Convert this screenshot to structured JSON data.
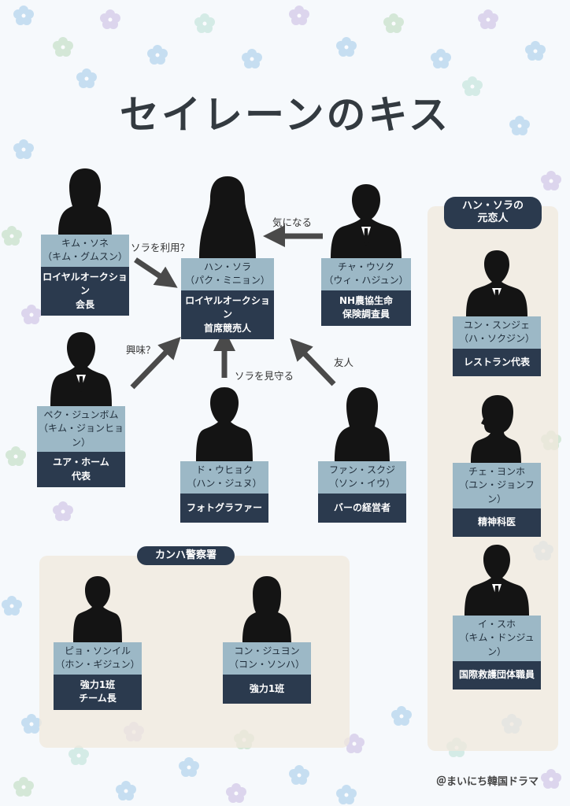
{
  "title": "セイレーンのキス",
  "groups": {
    "exes": "ハン・ソラの\n元恋人",
    "police": "カンハ警察署"
  },
  "characters": {
    "kim_sone": {
      "name": "キム・ソネ",
      "actor": "（キム・グムスン）",
      "role": "ロイヤルオークション\n会長"
    },
    "han_sora": {
      "name": "ハン・ソラ",
      "actor": "（パク・ミニョン）",
      "role": "ロイヤルオークション\n首席競売人"
    },
    "cha_usok": {
      "name": "チャ・ウソク",
      "actor": "（ウィ・ハジュン）",
      "role": "NH農協生命\n保険調査員"
    },
    "baek": {
      "name": "ペク・ジュンボム",
      "actor": "（キム・ジョンヒョン）",
      "role": "ユア・ホーム\n代表"
    },
    "do_uhyok": {
      "name": "ド・ウヒョク",
      "actor": "（ハン・ジュヌ）",
      "role": "フォトグラファー"
    },
    "fan_sukji": {
      "name": "ファン・スクジ",
      "actor": "（ソン・イウ）",
      "role": "バーの経営者"
    },
    "yun": {
      "name": "ユン・スンジェ",
      "actor": "（ハ・ソクジン）",
      "role": "レストラン代表"
    },
    "che": {
      "name": "チェ・ヨンホ",
      "actor": "（ユン・ジョンフン）",
      "role": "精神科医"
    },
    "lee": {
      "name": "イ・スホ",
      "actor": "（キム・ドンジュン）",
      "role": "国際救護団体職員"
    },
    "pyo": {
      "name": "ピョ・ソンイル",
      "actor": "（ホン・ギジュン）",
      "role": "強力1班\nチーム長"
    },
    "kon": {
      "name": "コン・ジュヨン",
      "actor": "（コン・ソンハ）",
      "role": "強力1班"
    }
  },
  "relations": {
    "kim_to_han": "ソラを利用？",
    "cha_to_han": "気になる",
    "baek_to_han": "興味？",
    "do_to_han": "ソラを見守る",
    "fan_to_han": "友人"
  },
  "credit": "＠まいにち韓国ドラマ",
  "colors": {
    "navy": "#2b3a4e",
    "name_bg": "#9cb8c6",
    "arrow": "#4a4a4a",
    "panel": "#f0e8dc"
  }
}
